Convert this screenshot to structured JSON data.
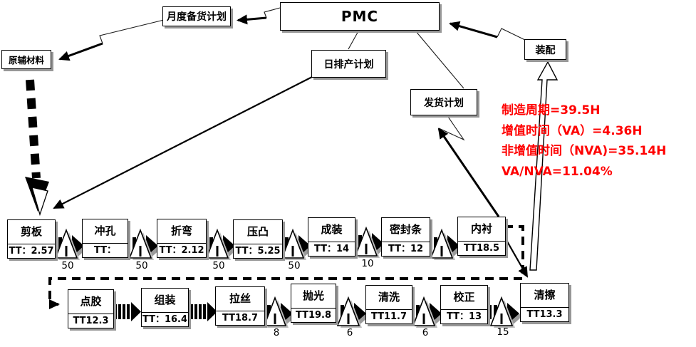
{
  "boxes": {
    "pmc": "PMC",
    "monthly_plan": "月度备货计划",
    "raw_materials": "原辅材料",
    "daily_plan": "日排产计划",
    "shipping_plan": "发货计划",
    "assembly": "装配"
  },
  "metrics": {
    "color": "#FF0000",
    "lines": [
      "制造周期=39.5H",
      "增值时间（VA）=4.36H",
      "非增值时间（NVA)=35.14H",
      "VA/NVA=11.04%"
    ]
  },
  "row1": {
    "processes": [
      {
        "name": "剪板",
        "tt": "TT：2.57"
      },
      {
        "name": "冲孔",
        "tt": "TT："
      },
      {
        "name": "折弯",
        "tt": "TT：2.12"
      },
      {
        "name": "压凸",
        "tt": "TT：5.25"
      },
      {
        "name": "成装",
        "tt": "TT：14"
      },
      {
        "name": "密封条",
        "tt": "TT：12"
      },
      {
        "name": "内衬",
        "tt": "TT18.5"
      }
    ],
    "inventory": [
      "50",
      "50",
      "50",
      "50",
      "10"
    ]
  },
  "row2": {
    "processes": [
      {
        "name": "点胶",
        "tt": "TT12.3"
      },
      {
        "name": "组装",
        "tt": "TT：16.4"
      },
      {
        "name": "拉丝",
        "tt": "TT18.7"
      },
      {
        "name": "抛光",
        "tt": "TT19.8"
      },
      {
        "name": "清洗",
        "tt": "TT11.7"
      },
      {
        "name": "校正",
        "tt": "TT：13"
      },
      {
        "name": "清擦",
        "tt": "TT13.3"
      }
    ],
    "inventory": [
      "8",
      "6",
      "6",
      "15"
    ]
  }
}
